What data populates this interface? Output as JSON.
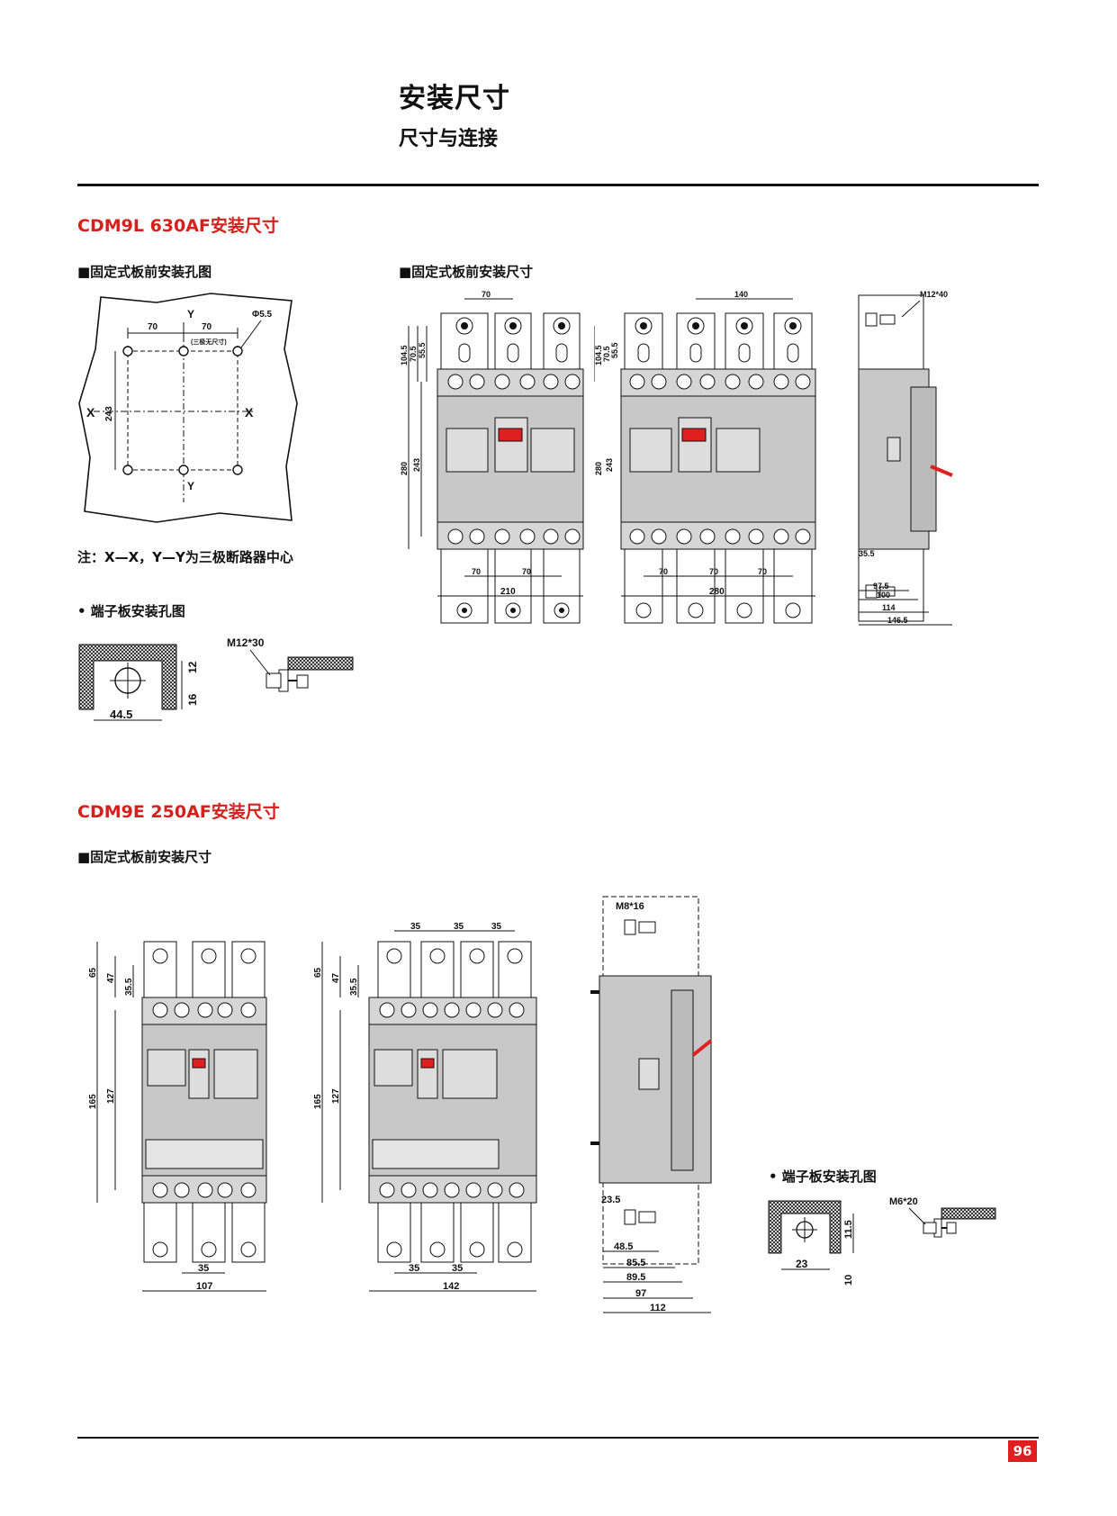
{
  "header": {
    "title": "安装尺寸",
    "subtitle": "尺寸与连接"
  },
  "section1": {
    "title": "CDM9L 630AF安装尺寸",
    "hole_caption": "■固定式板前安装孔图",
    "front_caption": "■固定式板前安装尺寸",
    "hole_diagram": {
      "y_top": "Y",
      "y_bottom": "Y",
      "x_left": "X",
      "x_right": "X",
      "dim_70a": "70",
      "dim_70b": "70",
      "hole_dia": "Φ5.5",
      "three_pole_note": "(三极无尺寸)",
      "dim_243": "243"
    },
    "note": "注：X—X，Y—Y为三极断路器中心",
    "terminal_caption": "• 端子板安装孔图",
    "terminal": {
      "dim_12": "12",
      "dim_16": "16",
      "dim_44_5": "44.5",
      "bolt": "M12*30"
    },
    "front_3p": {
      "top_70": "70",
      "d104_5": "104.5",
      "d70_5": "70.5",
      "d55_5": "55.5",
      "d280": "280",
      "d243": "243",
      "bot_70a": "70",
      "bot_70b": "70",
      "width": "210"
    },
    "front_4p": {
      "top_140": "140",
      "d104_5": "104.5",
      "d70_5": "70.5",
      "d55_5": "55.5",
      "d280": "280",
      "d243": "243",
      "bot_70a": "70",
      "bot_70b": "70",
      "bot_70c": "70",
      "width": "280"
    },
    "side": {
      "bolt": "M12*40",
      "d35_5": "35.5",
      "d97_5": "97.5",
      "d100": "100",
      "d114": "114",
      "d146_5": "146.5"
    }
  },
  "section2": {
    "title": "CDM9E 250AF安装尺寸",
    "front_caption": "■固定式板前安装尺寸",
    "front_3p": {
      "d65": "65",
      "d47": "47",
      "d35_5": "35.5",
      "d165": "165",
      "d127": "127",
      "bot_35": "35",
      "width": "107"
    },
    "front_4p": {
      "top_35a": "35",
      "top_35b": "35",
      "top_35c": "35",
      "d65": "65",
      "d47": "47",
      "d35_5": "35.5",
      "d165": "165",
      "d127": "127",
      "bot_35a": "35",
      "bot_35b": "35",
      "width": "142"
    },
    "side": {
      "bolt": "M8*16",
      "d23_5": "23.5",
      "d48_5": "48.5",
      "d85_5": "85.5",
      "d89_5": "89.5",
      "d97": "97",
      "d112": "112"
    },
    "terminal_caption": "• 端子板安装孔图",
    "terminal": {
      "d11_5": "11.5",
      "d10": "10",
      "d23": "23",
      "bolt": "M6*20"
    }
  },
  "footer": {
    "page_number": "96"
  },
  "colors": {
    "accent": "#d4211c",
    "breaker_body": "#c8c8c8",
    "handle": "#e02020"
  }
}
